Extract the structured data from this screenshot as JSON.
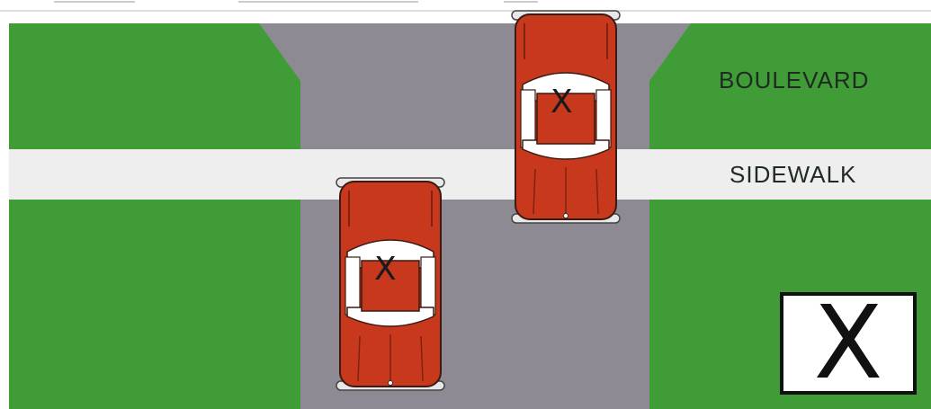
{
  "labels": {
    "boulevard": "BOULEVARD",
    "sidewalk": "SIDEWALK"
  },
  "cars": [
    {
      "mark": "X"
    },
    {
      "mark": "X"
    }
  ],
  "legend": {
    "mark": "X"
  },
  "colors": {
    "grass": "#3f9c37",
    "road": "#8d8a93",
    "sidewalk": "#eeeeee",
    "car_body": "#c8381c",
    "car_glass": "#ffffff"
  }
}
